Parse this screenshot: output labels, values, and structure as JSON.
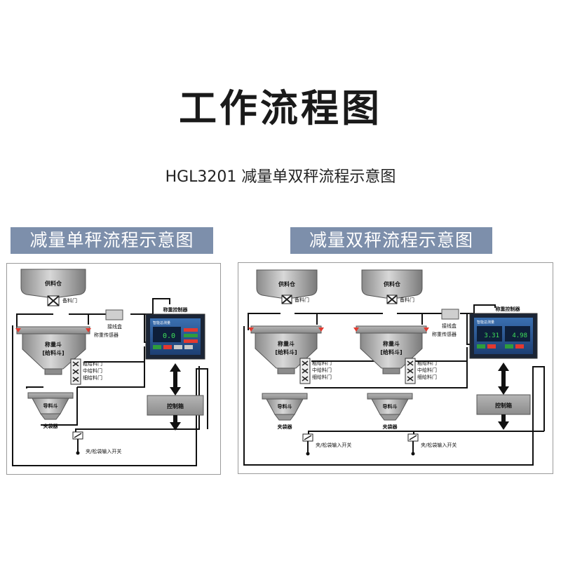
{
  "header": {
    "title": "工作流程图",
    "subtitle": "HGL3201 减量单双秤流程示意图"
  },
  "single": {
    "heading": "减量单秤流程示意图",
    "supply_bin": "供料仓",
    "standby_gate": "备料门",
    "wire_box": "接线盒",
    "load_cell": "称重传感器",
    "hopper_line1": "称量斗",
    "hopper_line2": "[给料斗]",
    "gates": [
      "粗给料门",
      "中给料门",
      "细给料门"
    ],
    "controller_label": "称重控制器",
    "screen_title": "智能总测量",
    "screen_values": [
      "0.0"
    ],
    "control_box": "控制箱",
    "guide_hopper": "导料斗",
    "bag_clamp": "夹袋器",
    "bag_switch": "夹/松袋输入开关"
  },
  "double": {
    "heading": "减量双秤流程示意图",
    "supply_bin": "供料仓",
    "standby_gate": "备料门",
    "wire_box": "接线盒",
    "load_cell": "称重传感器",
    "hopper_line1": "称量斗",
    "hopper_line2": "[给料斗]",
    "gates": [
      "粗给料门",
      "中给料门",
      "细给料门"
    ],
    "controller_label": "称重控制器",
    "screen_title": "智能总测量",
    "screen_values": [
      "3.31",
      "4.98"
    ],
    "control_box": "控制箱",
    "guide_hopper": "导料斗",
    "bag_clamp": "夹袋器",
    "bag_switch": "夹/松袋输入开关"
  }
}
